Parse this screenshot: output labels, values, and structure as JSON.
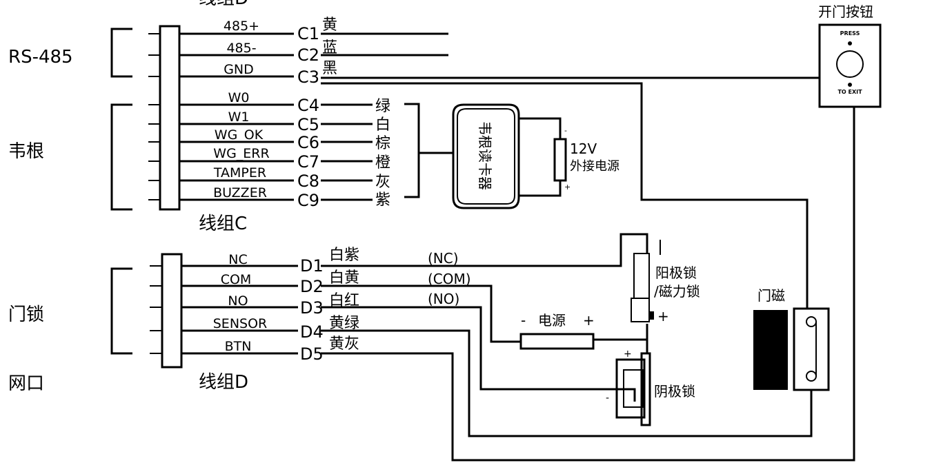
{
  "top_cut_label": "线组D",
  "side_labels": {
    "rs485": "RS-485",
    "wiegand": "韦根",
    "door_lock": "门锁",
    "network": "网口"
  },
  "group_c": {
    "title": "线组C",
    "pins": [
      {
        "name": "485+",
        "code": "C1",
        "color": "黄"
      },
      {
        "name": "485-",
        "code": "C2",
        "color": "蓝"
      },
      {
        "name": "GND",
        "code": "C3",
        "color": "黑"
      },
      {
        "name": "W0",
        "code": "C4",
        "color": "绿"
      },
      {
        "name": "W1",
        "code": "C5",
        "color": "白"
      },
      {
        "name": "WG_OK",
        "code": "C6",
        "color": "棕"
      },
      {
        "name": "WG_ERR",
        "code": "C7",
        "color": "橙"
      },
      {
        "name": "TAMPER",
        "code": "C8",
        "color": "灰"
      },
      {
        "name": "BUZZER",
        "code": "C9",
        "color": "紫"
      }
    ]
  },
  "group_d": {
    "title": "线组D",
    "pins": [
      {
        "name": "NC",
        "code": "D1",
        "color": "白紫",
        "note": "(NC)"
      },
      {
        "name": "COM",
        "code": "D2",
        "color": "白黄",
        "note": "(COM)"
      },
      {
        "name": "NO",
        "code": "D3",
        "color": "白红",
        "note": "(NO)"
      },
      {
        "name": "SENSOR",
        "code": "D4",
        "color": "黄绿",
        "note": ""
      },
      {
        "name": "BTN",
        "code": "D5",
        "color": "黄灰",
        "note": ""
      }
    ]
  },
  "devices": {
    "reader": "韦根读卡器",
    "reader_power_v": "12V",
    "reader_power_label": "外接电源",
    "exit_button_title": "开门按钮",
    "exit_button_top": "PRESS",
    "exit_button_bottom": "TO EXIT",
    "anode_lock": "阳极锁",
    "maglock": "/磁力锁",
    "power_minus": "-",
    "power_label": "电源",
    "power_plus": "+",
    "cathode_lock": "阴极锁",
    "door_sensor": "门磁",
    "plus_sign": "+",
    "minus_sign": "-"
  }
}
